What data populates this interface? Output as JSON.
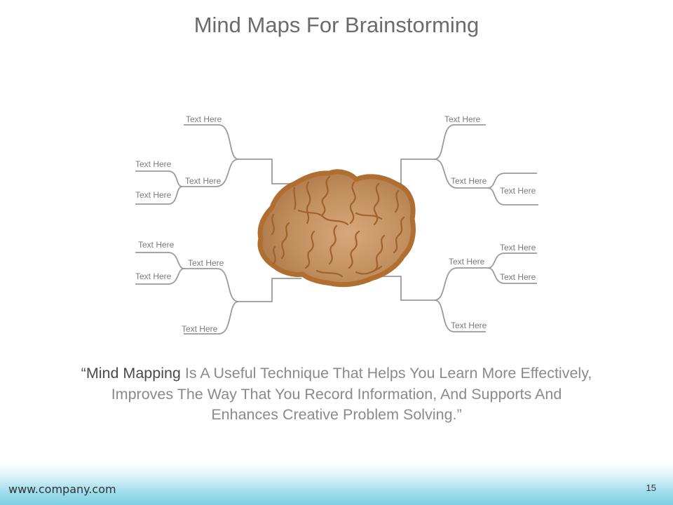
{
  "slide": {
    "title": "Mind Maps For Brainstorming",
    "quote": {
      "open_mark": "“",
      "highlight": "Mind Mapping",
      "rest": " Is A Useful Technique That Helps You Learn More Effectively, Improves The Way That You Record Information, And Supports And Enhances Creative Problem Solving.”"
    },
    "footer_url": "www.company.com",
    "page_number": "15"
  },
  "mindmap": {
    "center_icon": "brain-icon",
    "colors": {
      "brain_fill": "#c08a5a",
      "brain_outline": "#b06e30",
      "connector": "#9a9a9a"
    },
    "labels": [
      "Text Here",
      "Text Here",
      "Text Here",
      "Text Here",
      "Text Here",
      "Text Here",
      "Text Here",
      "Text Here",
      "Text Here",
      "Text Here",
      "Text Here",
      "Text Here",
      "Text Here",
      "Text Here"
    ]
  }
}
